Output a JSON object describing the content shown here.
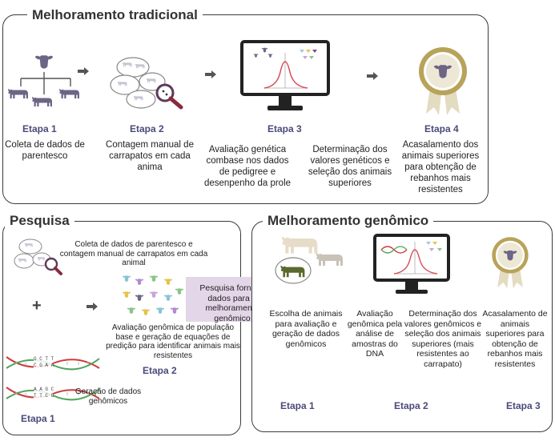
{
  "colors": {
    "accent": "#4b4a7a",
    "cow_purple": "#6d6585",
    "cow_beige": "#c9b99a",
    "cow_olive": "#5a6a2e",
    "ribbon_gold": "#b8a35a",
    "arrow_pink": "#e3d6e8",
    "curve_red": "#d84b57",
    "dna_red": "#cc3b3b",
    "dna_green": "#4fa45c"
  },
  "icons": [
    "cow-icon",
    "magnifier-icon",
    "monitor-icon",
    "ribbon-medal-icon",
    "dna-icon",
    "arrow-icon"
  ],
  "tradicional": {
    "title": "Melhoramento tradicional",
    "etapa1": {
      "label": "Etapa 1",
      "desc": "Coleta de dados de parentesco"
    },
    "etapa2": {
      "label": "Etapa 2",
      "desc": "Contagem manual de carrapatos em cada anima"
    },
    "etapa3": {
      "label": "Etapa 3",
      "desc_left": "Avaliação genética combase nos dados de pedigree e desenpenho da prole",
      "desc_right": "Determinação dos valores genéticos e seleção dos animais superiores"
    },
    "etapa4": {
      "label": "Etapa 4",
      "desc": "Acasalamento dos animais superiores para obtenção de rebanhos mais resistentes"
    }
  },
  "pesquisa": {
    "title": "Pesquisa",
    "coleta": "Coleta de dados de parentesco e contagem manual de carrapatos em cada animal",
    "plus": "+",
    "avaliacao": "Avaliação genômica de população base e geração de equações de predição para identificar animais mais resistentes",
    "etapa2": "Etapa  2",
    "geracao": "Geração de dados genômicos",
    "etapa1": "Etapa 1",
    "dna_seq1": "G C T T\nC G A A",
    "dna_seq2": "A A G C\nT T C G",
    "arrow_text": "Pesquisa fornece dados para o melhoramento genômico"
  },
  "genomico": {
    "title": "Melhoramento genômico",
    "step1_desc": "Escolha de animais para avaliação e geração de dados genômicos",
    "step2_desc_left": "Avaliação genômica pela análise de amostras do DNA",
    "step2_desc_right": "Determinação dos valores genômicos e seleção dos animais superiores (mais resistentes ao carrapato)",
    "step3_desc": "Acasalamento de animais superiores para obtenção de rebanhos mais resistentes",
    "etapa1": "Etapa 1",
    "etapa2": "Etapa 2",
    "etapa3": "Etapa 3"
  }
}
